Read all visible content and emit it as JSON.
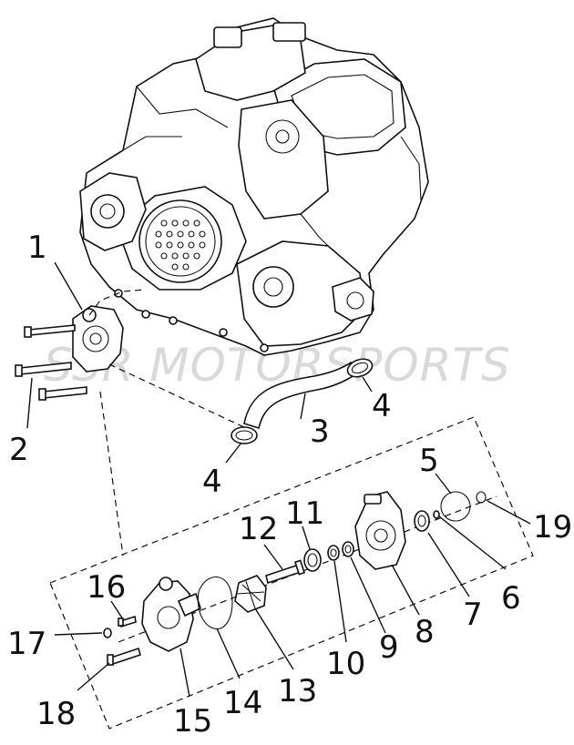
{
  "watermark": "SSR MOTORSPORTS",
  "callouts": {
    "c1": "1",
    "c2": "2",
    "c3": "3",
    "c4a": "4",
    "c4b": "4",
    "c5": "5",
    "c6": "6",
    "c7": "7",
    "c8": "8",
    "c9": "9",
    "c10": "10",
    "c11": "11",
    "c12": "12",
    "c13": "13",
    "c14": "14",
    "c15": "15",
    "c16": "16",
    "c17": "17",
    "c18": "18",
    "c19": "19"
  },
  "colors": {
    "line": "#111111",
    "watermark": "#d9d9d9",
    "background": "#ffffff"
  }
}
